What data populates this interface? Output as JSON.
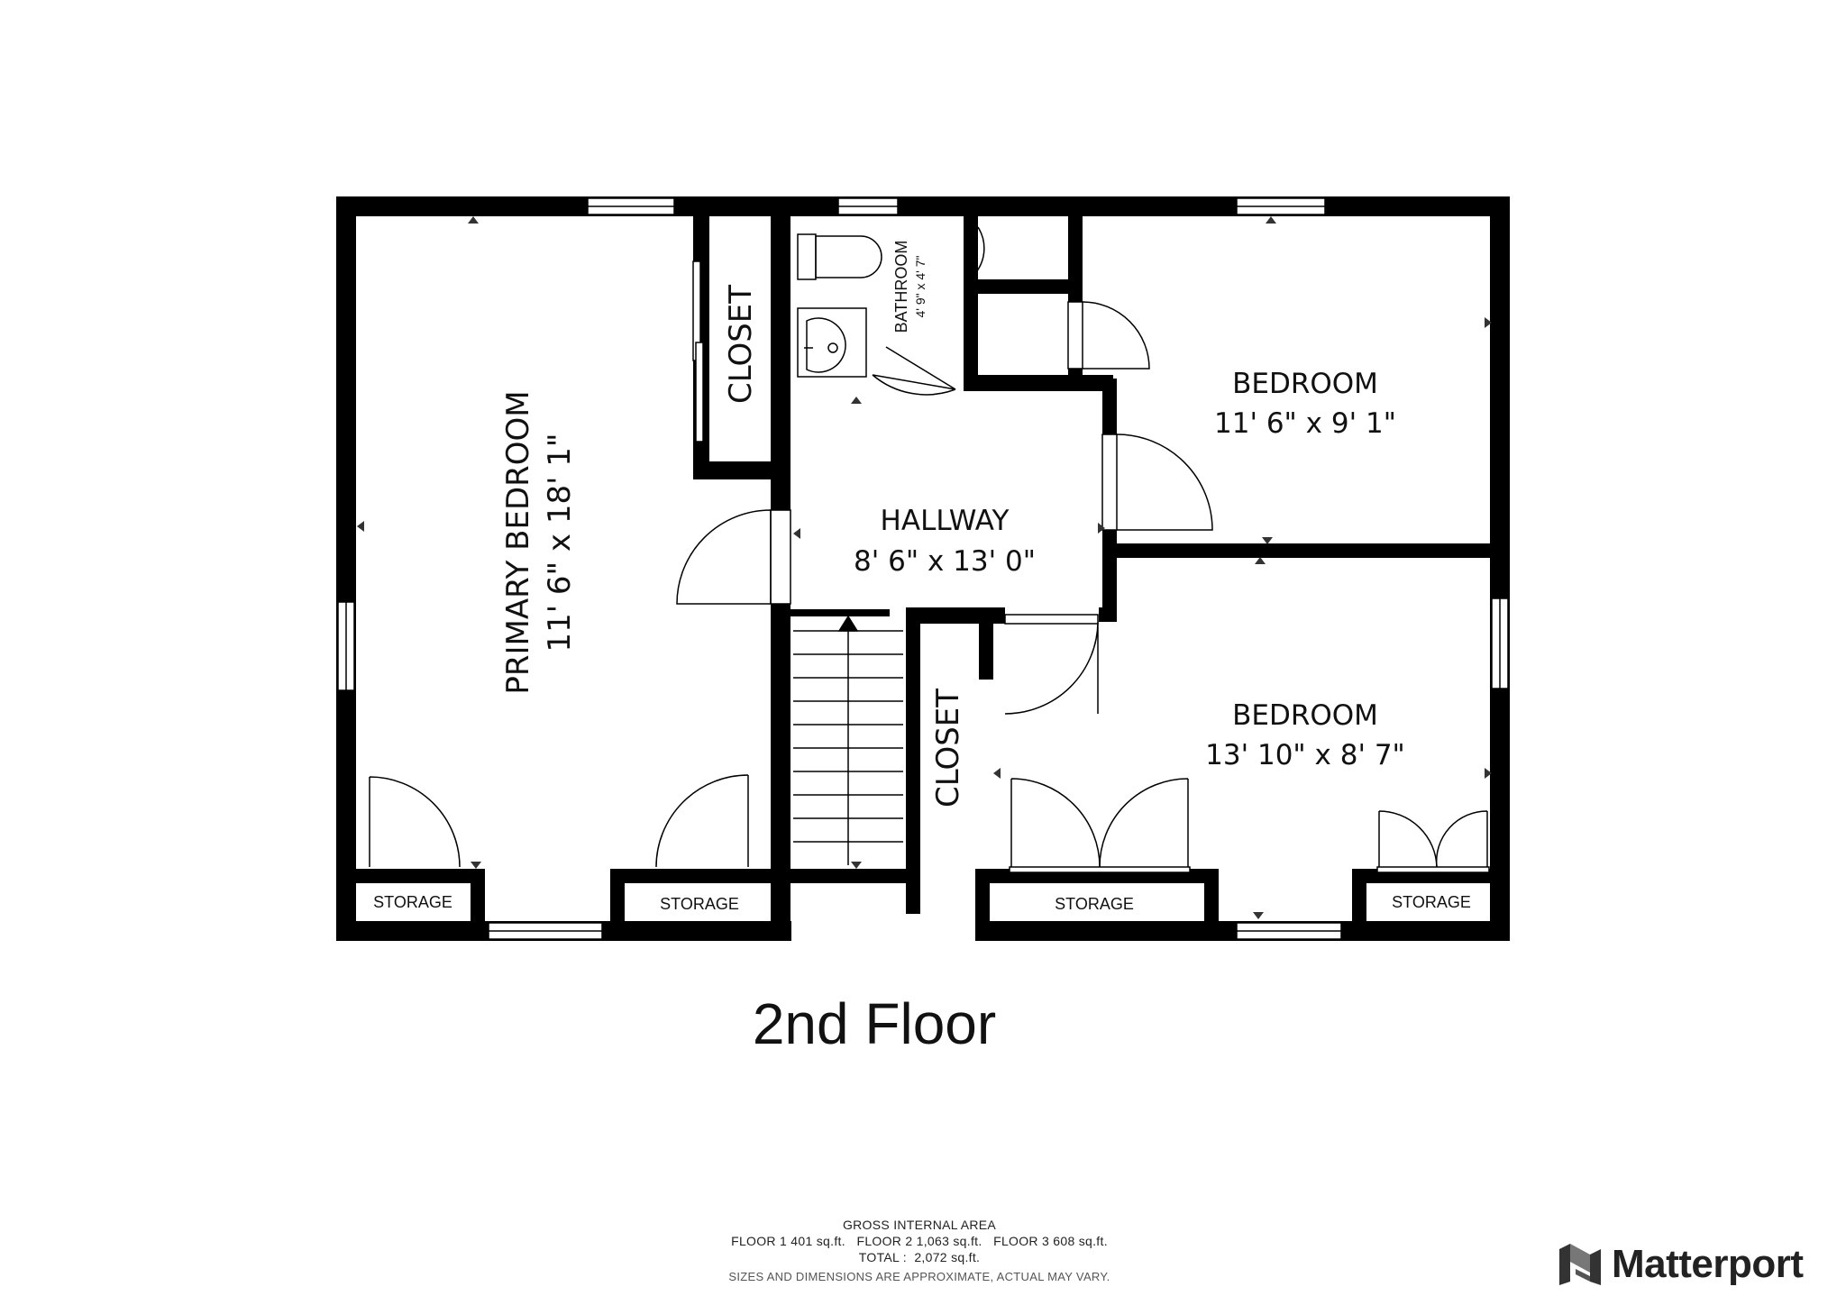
{
  "floor_title": "2nd Floor",
  "rooms": {
    "primary_bedroom": {
      "name": "PRIMARY BEDROOM",
      "dims": "11' 6\" x 18' 1\""
    },
    "closet_primary": {
      "name": "CLOSET"
    },
    "bathroom": {
      "name": "BATHROOM",
      "dims": "4' 9\" x 4' 7\""
    },
    "bedroom_top": {
      "name": "BEDROOM",
      "dims": "11' 6\" x 9' 1\""
    },
    "hallway": {
      "name": "HALLWAY",
      "dims": "8' 6\" x 13' 0\""
    },
    "closet_lower": {
      "name": "CLOSET"
    },
    "bedroom_bottom": {
      "name": "BEDROOM",
      "dims": "13' 10\" x 8' 7\""
    },
    "storage_1": {
      "name": "STORAGE"
    },
    "storage_2": {
      "name": "STORAGE"
    },
    "storage_3": {
      "name": "STORAGE"
    },
    "storage_4": {
      "name": "STORAGE"
    }
  },
  "area": {
    "heading": "GROSS INTERNAL AREA",
    "floors_line": "FLOOR 1 401 sq.ft.   FLOOR 2 1,063 sq.ft.   FLOOR 3 608 sq.ft.",
    "total_line": "TOTAL :  2,072 sq.ft.",
    "disclaimer": "SIZES AND DIMENSIONS ARE APPROXIMATE, ACTUAL MAY VARY."
  },
  "brand": {
    "name": "Matterport",
    "icon": "matterport-logo-icon"
  }
}
